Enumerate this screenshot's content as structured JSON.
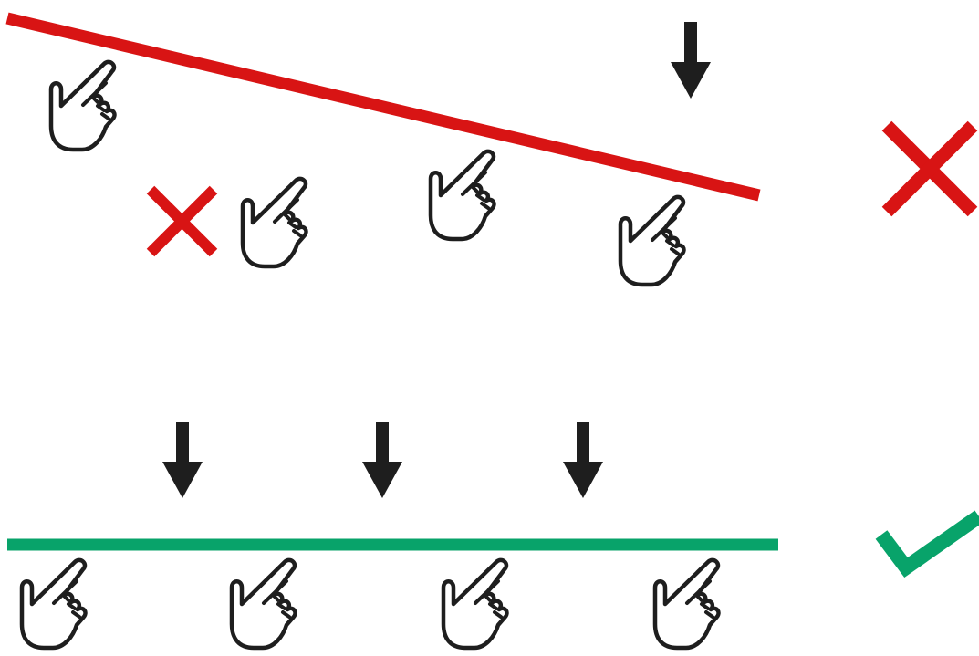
{
  "colors": {
    "wrong": "#d81414",
    "right": "#08a36a",
    "ink": "#1e1e1e",
    "background": "#ffffff"
  },
  "icons": {
    "hand": "pointing-hand-icon",
    "arrow": "down-arrow-icon",
    "wrong_mark": "cross-icon",
    "right_mark": "check-icon"
  },
  "panels": [
    {
      "name": "incorrect",
      "line_style": "slanted",
      "hand_count": 4,
      "arrow_count": 1,
      "verdict": "cross-icon"
    },
    {
      "name": "correct",
      "line_style": "level",
      "hand_count": 4,
      "arrow_count": 3,
      "verdict": "check-icon"
    }
  ]
}
